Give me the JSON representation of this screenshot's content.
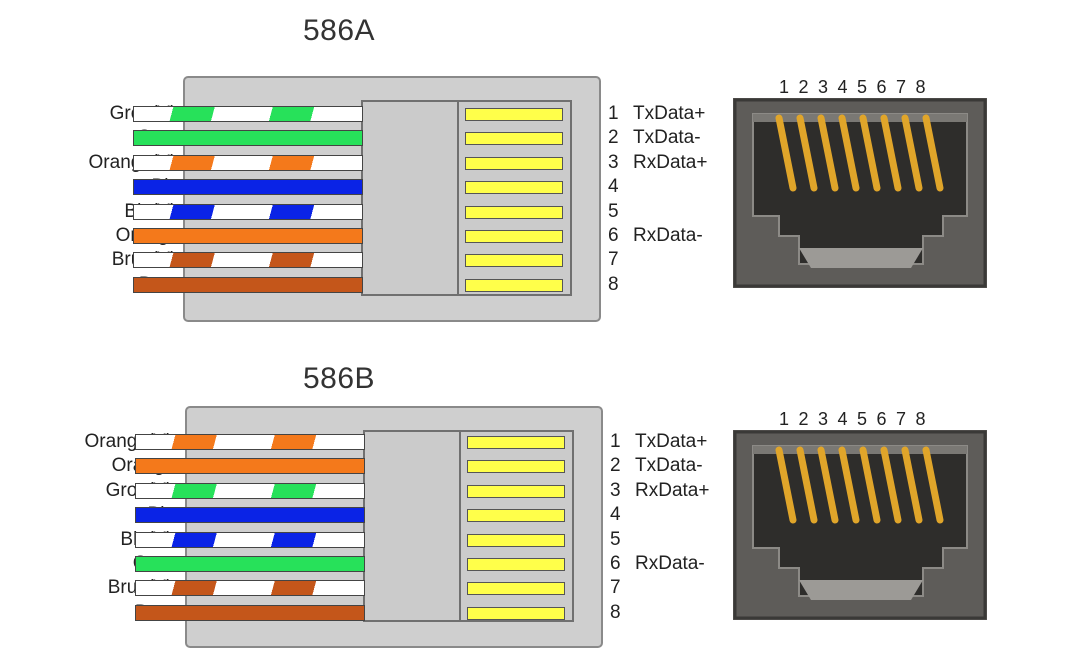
{
  "colors": {
    "white": "#ffffff",
    "green": "#27e15a",
    "orange": "#f4791b",
    "blue": "#0a23e6",
    "brown": "#c4561a"
  },
  "sections": [
    {
      "title": "586A",
      "wires": [
        {
          "label": "Gron/Vit",
          "color": "green",
          "striped": true
        },
        {
          "label": "Gron",
          "color": "green",
          "striped": false
        },
        {
          "label": "Orange/Vit",
          "color": "orange",
          "striped": true
        },
        {
          "label": "Bla",
          "color": "blue",
          "striped": false
        },
        {
          "label": "Bla/Vit",
          "color": "blue",
          "striped": true
        },
        {
          "label": "Orange",
          "color": "orange",
          "striped": false
        },
        {
          "label": "Brun/Vit",
          "color": "brown",
          "striped": true
        },
        {
          "label": "Brun",
          "color": "brown",
          "striped": false
        }
      ],
      "pins": [
        {
          "num": "1",
          "signal": "TxData+"
        },
        {
          "num": "2",
          "signal": "TxData-"
        },
        {
          "num": "3",
          "signal": "RxData+"
        },
        {
          "num": "4",
          "signal": ""
        },
        {
          "num": "5",
          "signal": ""
        },
        {
          "num": "6",
          "signal": "RxData-"
        },
        {
          "num": "7",
          "signal": ""
        },
        {
          "num": "8",
          "signal": ""
        }
      ],
      "jack_numbers": [
        "1",
        "2",
        "3",
        "4",
        "5",
        "6",
        "7",
        "8"
      ]
    },
    {
      "title": "586B",
      "wires": [
        {
          "label": "Orange/Vit",
          "color": "orange",
          "striped": true
        },
        {
          "label": "Orange",
          "color": "orange",
          "striped": false
        },
        {
          "label": "Gron/Vit",
          "color": "green",
          "striped": true
        },
        {
          "label": "Bla",
          "color": "blue",
          "striped": false
        },
        {
          "label": "Bla/Vit",
          "color": "blue",
          "striped": true
        },
        {
          "label": "Gron",
          "color": "green",
          "striped": false
        },
        {
          "label": "Brun/Vit",
          "color": "brown",
          "striped": true
        },
        {
          "label": "Brun",
          "color": "brown",
          "striped": false
        }
      ],
      "pins": [
        {
          "num": "1",
          "signal": "TxData+"
        },
        {
          "num": "2",
          "signal": "TxData-"
        },
        {
          "num": "3",
          "signal": "RxData+"
        },
        {
          "num": "4",
          "signal": ""
        },
        {
          "num": "5",
          "signal": ""
        },
        {
          "num": "6",
          "signal": "RxData-"
        },
        {
          "num": "7",
          "signal": ""
        },
        {
          "num": "8",
          "signal": ""
        }
      ],
      "jack_numbers": [
        "1",
        "2",
        "3",
        "4",
        "5",
        "6",
        "7",
        "8"
      ]
    }
  ]
}
